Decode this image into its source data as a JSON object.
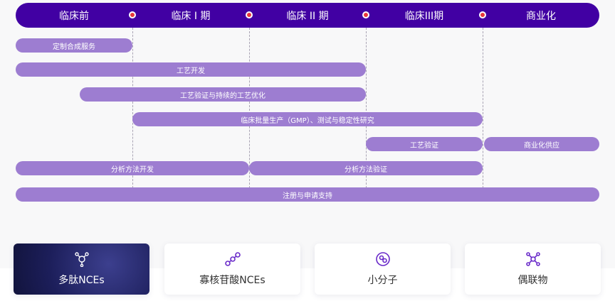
{
  "phases": [
    "临床前",
    "临床 I 期",
    "临床 II 期",
    "临床III期",
    "商业化"
  ],
  "bars": [
    "定制合成服务",
    "工艺开发",
    "工艺验证与持续的工艺优化",
    "临床批量生产（GMP）、测试与稳定性研究",
    "工艺验证",
    "商业化供应",
    "分析方法开发",
    "分析方法验证",
    "注册与申请支持"
  ],
  "cards": [
    "多肽NCEs",
    "寡核苷酸NCEs",
    "小分子",
    "偶联物"
  ],
  "colors": {
    "header": "#4100a3",
    "bar": "#9d7dd1",
    "marker": "#e8363a"
  }
}
